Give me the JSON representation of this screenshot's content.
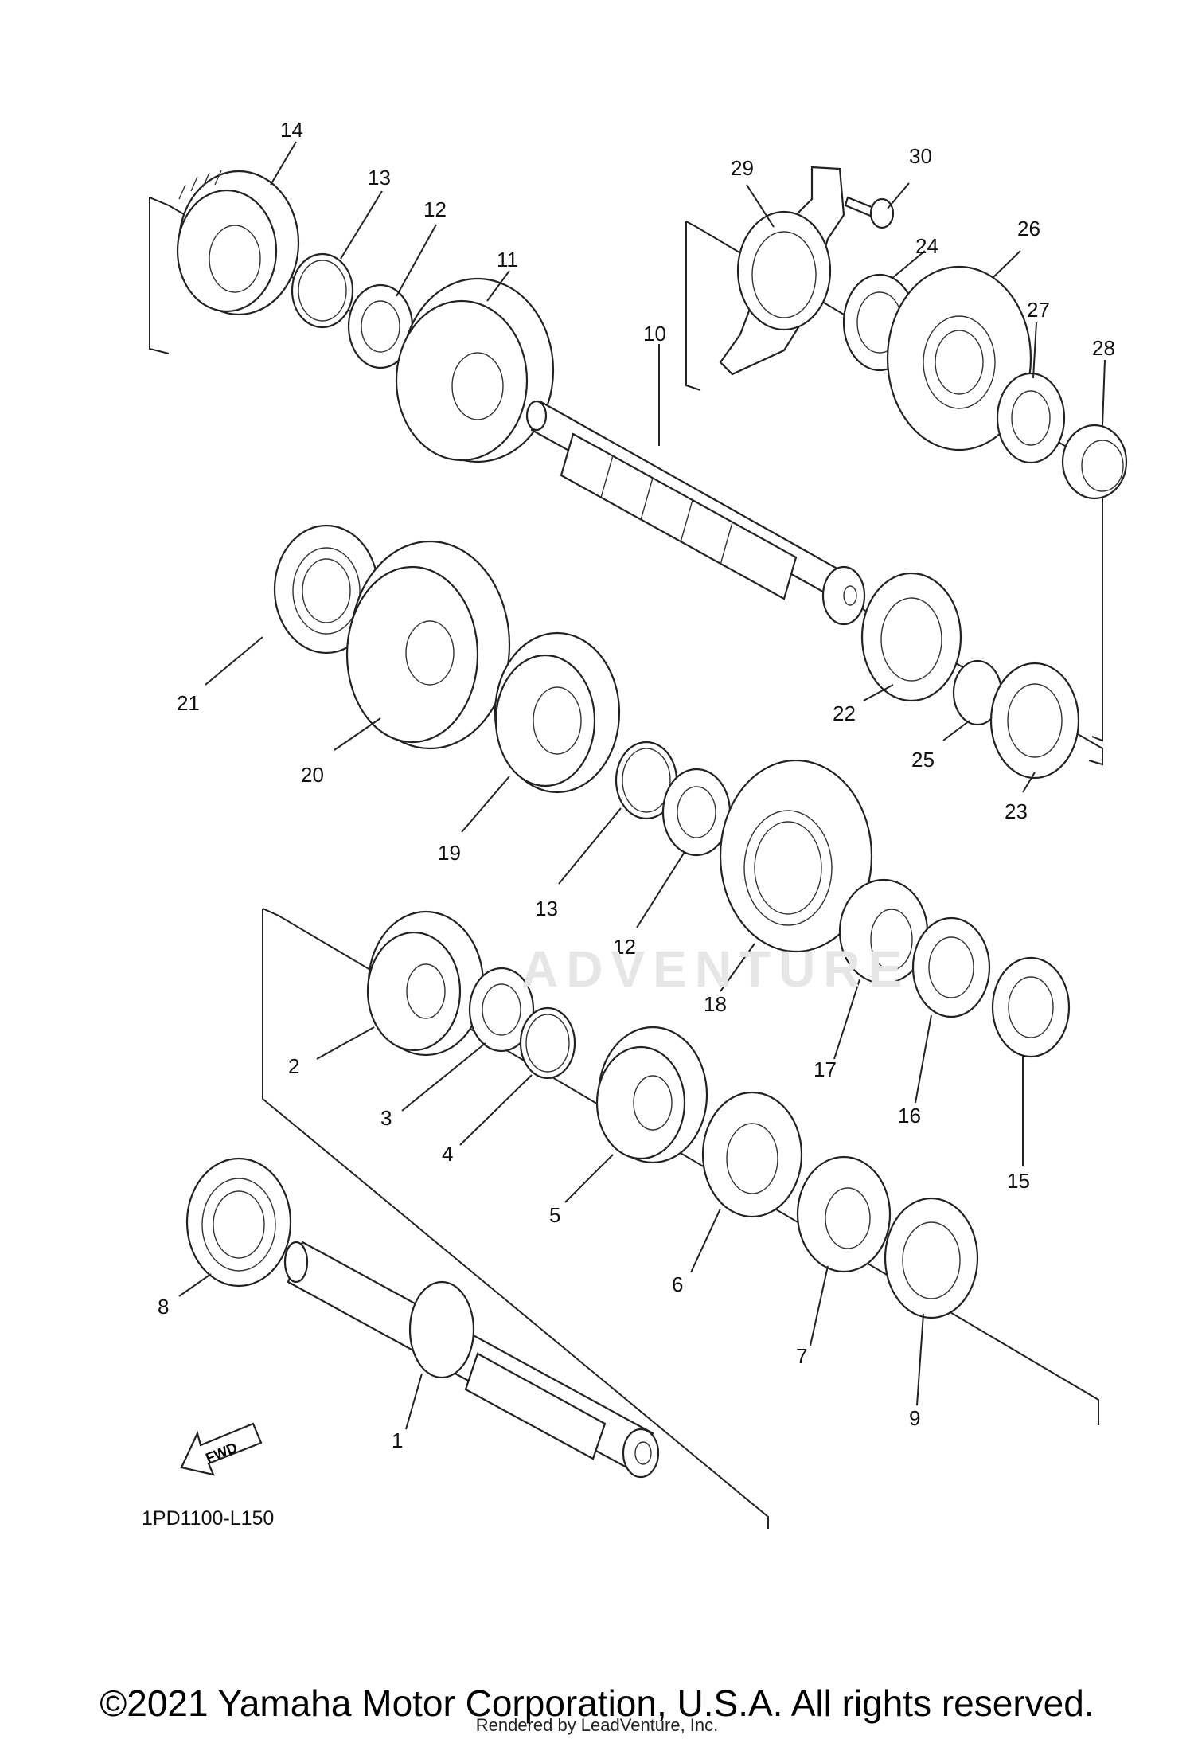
{
  "diagram_code": "1PD1100-L150",
  "fwd_label": "FWD",
  "watermark": "ADVENTURE",
  "copyright": "©2021 Yamaha Motor Corporation, U.S.A. All rights reserved.",
  "rendered_by": "Rendered by LeadVenture, Inc.",
  "callouts": [
    "14",
    "13",
    "12",
    "11",
    "10",
    "29",
    "30",
    "24",
    "26",
    "27",
    "28",
    "21",
    "20",
    "19",
    "22",
    "25",
    "23",
    "13",
    "12",
    "18",
    "2",
    "3",
    "4",
    "5",
    "6",
    "7",
    "8",
    "1",
    "9",
    "17",
    "16",
    "15"
  ]
}
